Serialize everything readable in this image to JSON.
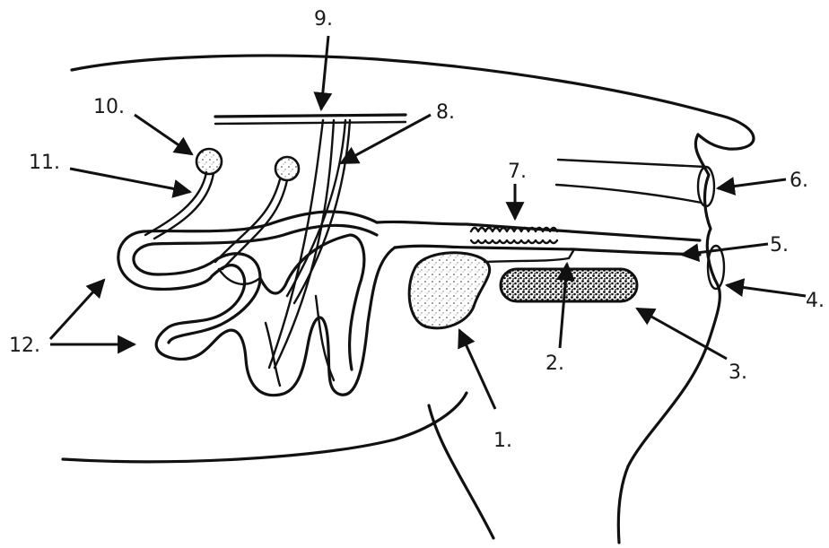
{
  "diagram": {
    "labels": {
      "l1": "1.",
      "l2": "2.",
      "l3": "3.",
      "l4": "4.",
      "l5": "5.",
      "l6": "6.",
      "l7": "7.",
      "l8": "8.",
      "l9": "9.",
      "l10": "10.",
      "l11": "11.",
      "l12": "12."
    },
    "colors": {
      "ink": "#111111",
      "background": "#ffffff"
    }
  }
}
